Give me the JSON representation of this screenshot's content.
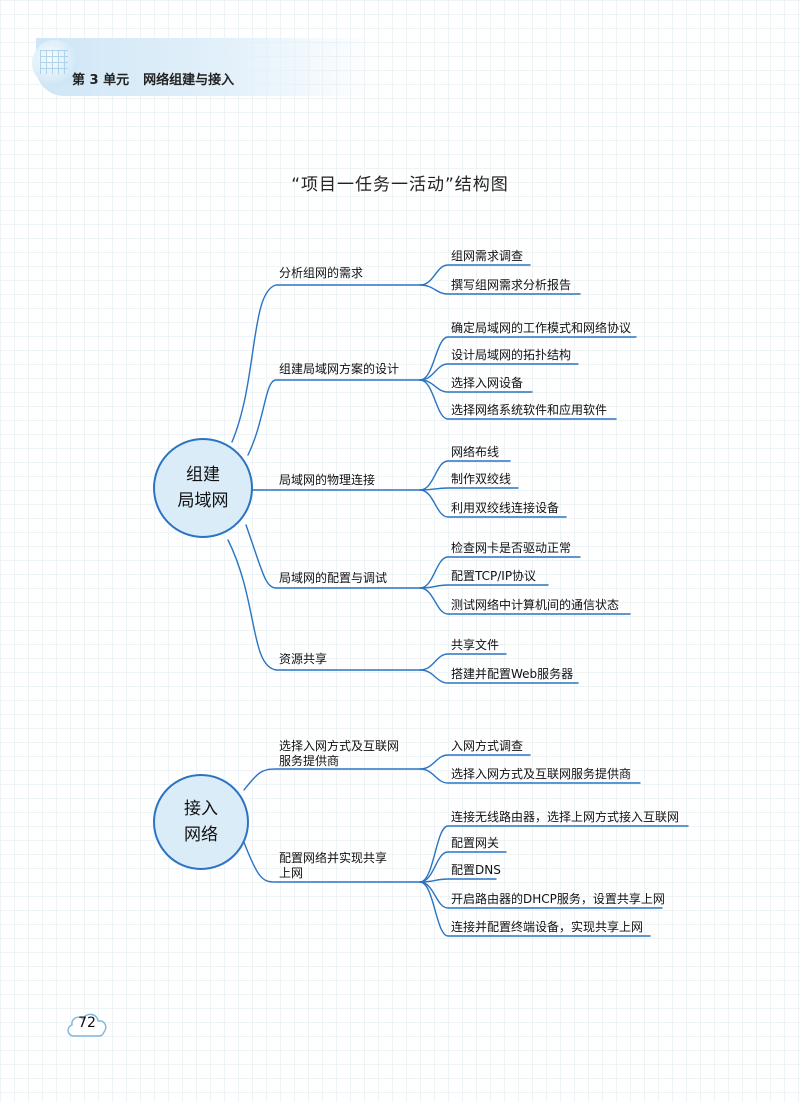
{
  "header": {
    "unit": "第 3 单元",
    "unit_title": "网络组建与接入"
  },
  "diagram": {
    "title": "“项目一任务一活动”结构图",
    "projects": [
      {
        "line1": "组建",
        "line2": "局域网",
        "tasks": [
          {
            "label": "分析组网的需求",
            "activities": [
              "组网需求调查",
              "撰写组网需求分析报告"
            ]
          },
          {
            "label": "组建局域网方案的设计",
            "activities": [
              "确定局域网的工作模式和网络协议",
              "设计局域网的拓扑结构",
              "选择入网设备",
              "选择网络系统软件和应用软件"
            ]
          },
          {
            "label": "局域网的物理连接",
            "activities": [
              "网络布线",
              "制作双绞线",
              "利用双绞线连接设备"
            ]
          },
          {
            "label": "局域网的配置与调试",
            "activities": [
              "检查网卡是否驱动正常",
              "配置TCP/IP协议",
              "测试网络中计算机间的通信状态"
            ]
          },
          {
            "label": "资源共享",
            "activities": [
              "共享文件",
              "搭建并配置Web服务器"
            ]
          }
        ]
      },
      {
        "line1": "接入",
        "line2": "网络",
        "tasks": [
          {
            "label_line1": "选择入网方式及互联网",
            "label_line2": "服务提供商",
            "activities": [
              "入网方式调查",
              "选择入网方式及互联网服务提供商"
            ]
          },
          {
            "label_line1": "配置网络并实现共享",
            "label_line2": "上网",
            "activities": [
              "连接无线路由器，选择上网方式接入互联网",
              "配置网关",
              "配置DNS",
              "开启路由器的DHCP服务，设置共享上网",
              "连接并配置终端设备，实现共享上网"
            ]
          }
        ]
      }
    ]
  },
  "footer": {
    "page_number": "72"
  },
  "colors": {
    "line": "#2a74c2",
    "node_fill": "#d9ecf8",
    "header_band": "#cfe6f6"
  }
}
